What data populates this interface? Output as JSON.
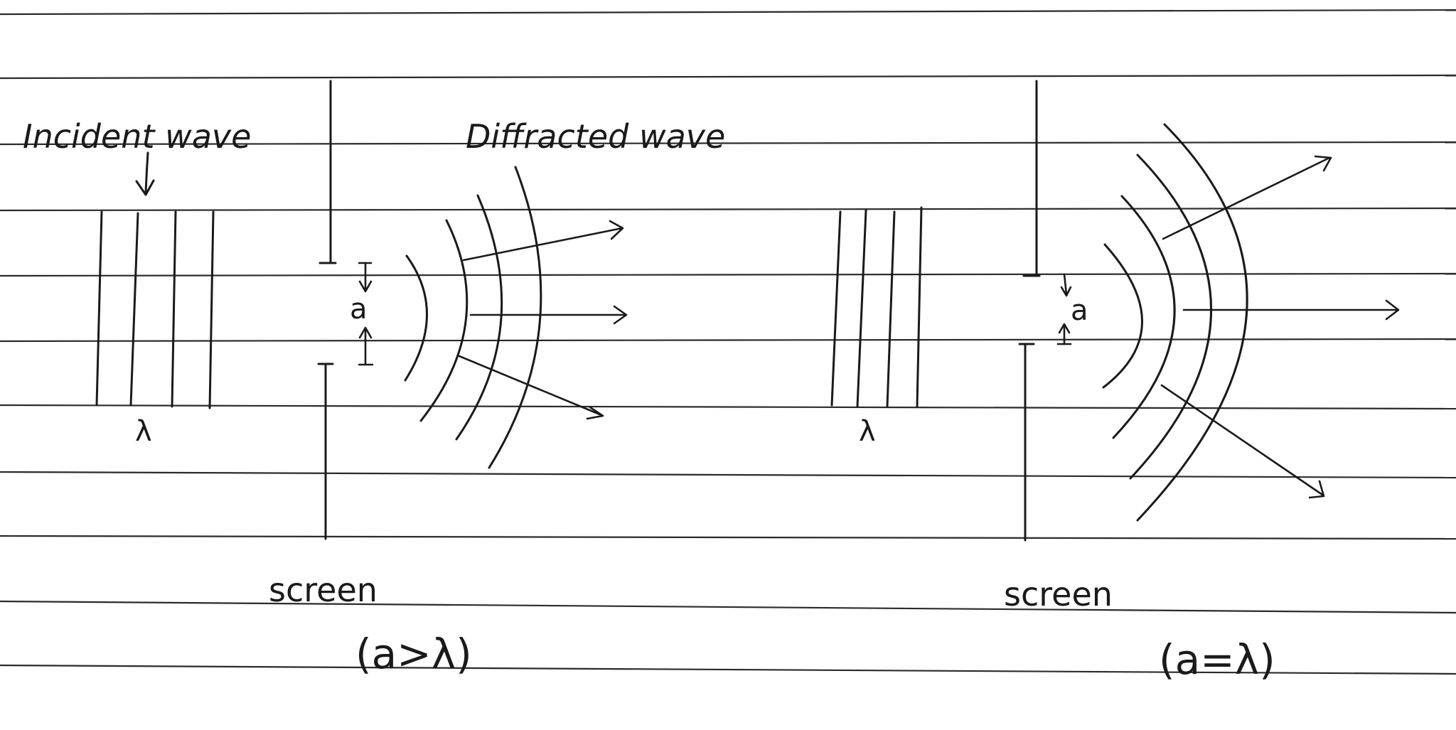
{
  "labels": {
    "incident": "Incident wave",
    "diffracted": "Diffracted wave",
    "lambda_left": "λ",
    "lambda_right": "λ",
    "a_left": "a",
    "a_right": "a",
    "screen_left": "screen",
    "screen_right": "screen",
    "condition_left": "(a>λ)",
    "condition_right": "(a=λ)"
  },
  "colors": {
    "ink": "#1a1a1a",
    "paper": "#ffffff",
    "rule": "#2b2b2b"
  }
}
